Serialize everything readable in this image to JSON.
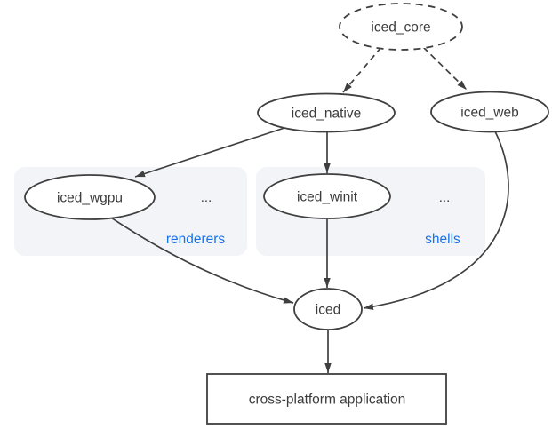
{
  "diagram": {
    "nodes": {
      "core": {
        "label": "iced_core"
      },
      "native": {
        "label": "iced_native"
      },
      "web": {
        "label": "iced_web"
      },
      "wgpu": {
        "label": "iced_wgpu"
      },
      "winit": {
        "label": "iced_winit"
      },
      "iced": {
        "label": "iced"
      },
      "app": {
        "label": "cross-platform application"
      }
    },
    "groups": {
      "renderers": {
        "label": "renderers",
        "more": "..."
      },
      "shells": {
        "label": "shells",
        "more": "..."
      }
    },
    "edges": [
      {
        "from": "iced_core",
        "to": "iced_native",
        "style": "dashed"
      },
      {
        "from": "iced_core",
        "to": "iced_web",
        "style": "dashed"
      },
      {
        "from": "iced_native",
        "to": "iced_wgpu",
        "style": "solid"
      },
      {
        "from": "iced_native",
        "to": "iced_winit",
        "style": "solid"
      },
      {
        "from": "iced_wgpu",
        "to": "iced",
        "style": "solid"
      },
      {
        "from": "iced_winit",
        "to": "iced",
        "style": "solid"
      },
      {
        "from": "iced_web",
        "to": "iced",
        "style": "solid"
      },
      {
        "from": "iced",
        "to": "cross-platform application",
        "style": "solid"
      }
    ],
    "colors": {
      "shape_stroke": "#3f3f3f",
      "label_text": "#3c3c3c",
      "group_fill": "#f2f4f7",
      "group_label": "#1a73e8",
      "node_fill": "#ffffff",
      "background": "#ffffff"
    }
  }
}
